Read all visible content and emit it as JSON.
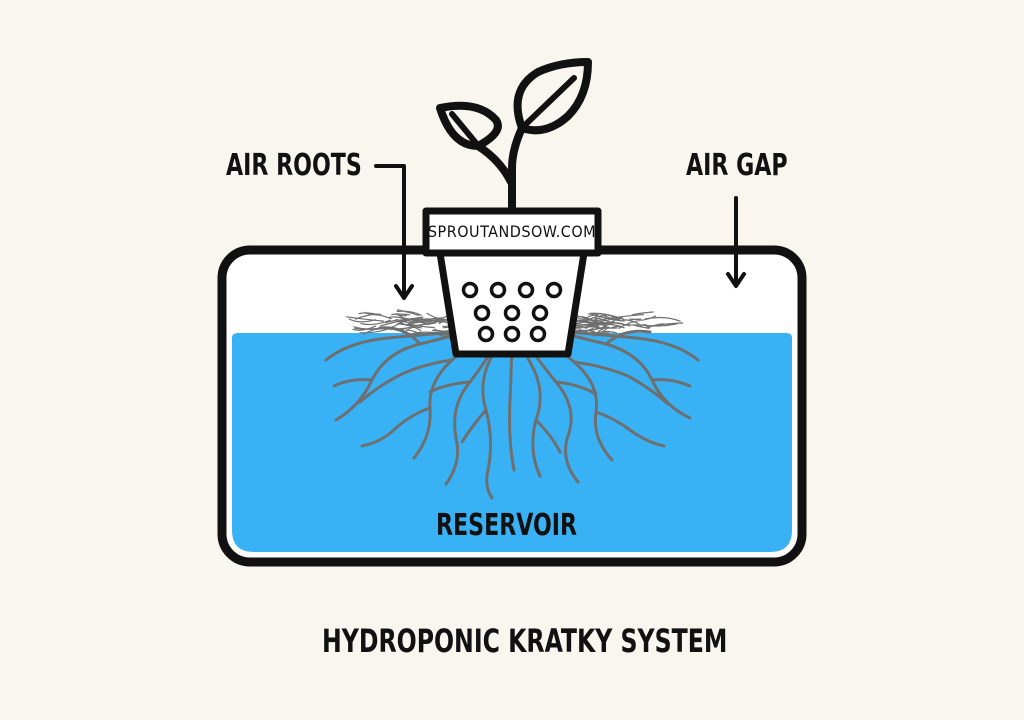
{
  "diagram": {
    "title": "HYDROPONIC KRATKY SYSTEM",
    "labels": {
      "air_roots": "AIR ROOTS",
      "air_gap": "AIR GAP",
      "reservoir": "RESERVOIR"
    },
    "pot_brand": "SPROUTANDSOW.COM",
    "icons": {
      "plant": "seedling-icon",
      "pot": "net-pot-icon",
      "reservoir": "water-reservoir",
      "roots": "roots",
      "arrows": "arrow-down-icon"
    }
  },
  "colors": {
    "background": "#f9f5ef",
    "water": "#38b2f5",
    "outline": "#111111",
    "roots": "#6f6f6f",
    "container_fill": "#ffffff"
  }
}
